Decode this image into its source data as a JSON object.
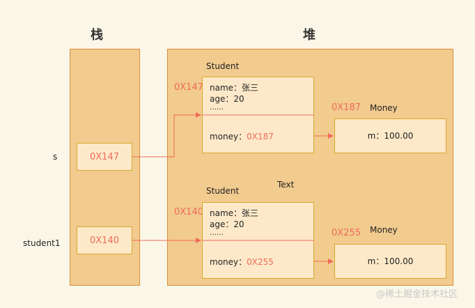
{
  "stack_title": "栈",
  "heap_title": "堆",
  "stack_vars": [
    {
      "name": "s",
      "value": "0X147"
    },
    {
      "name": "student1",
      "value": "0X140"
    }
  ],
  "objects": [
    {
      "class_label": "Student",
      "address": "0X147",
      "name_line": "name：张三",
      "age_line": "age：20",
      "ellipsis": "……",
      "money_label": "money：",
      "money_ref": "0X187",
      "money_obj": {
        "class_label": "Money",
        "address": "0X187",
        "value": "m：100.00"
      }
    },
    {
      "class_label": "Student",
      "address": "0X140",
      "name_line": "name：张三",
      "age_line": "age：20",
      "ellipsis": "……",
      "money_label": "money：",
      "money_ref": "0X255",
      "money_obj": {
        "class_label": "Money",
        "address": "0X255",
        "value": "m：100.00"
      }
    }
  ],
  "text_label": "Text",
  "watermark": "@稀土掘金技术社区",
  "colors": {
    "region_fill": "#f2cb8f",
    "cell_fill": "#fde9c9",
    "arrow": "#ef6b5a",
    "address": "#ef6b5a"
  }
}
